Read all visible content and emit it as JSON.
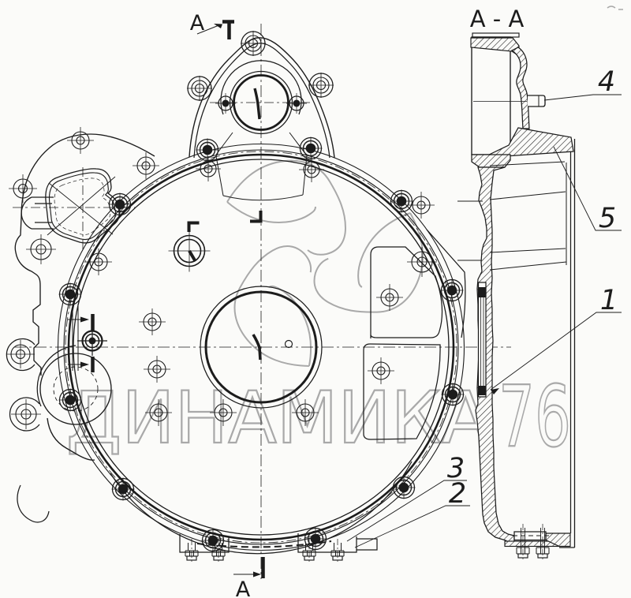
{
  "figure": {
    "type": "technical-parts-drawing",
    "subject": "flywheel housing — front view and section",
    "views": [
      "front view",
      "section A-A"
    ]
  },
  "section_title": "А - А",
  "cut_marks": {
    "top": "A",
    "bottom": "А"
  },
  "callouts": [
    {
      "label": "4"
    },
    {
      "label": "5"
    },
    {
      "label": "1"
    },
    {
      "label": "3"
    },
    {
      "label": "2"
    }
  ],
  "watermark": {
    "brand": "ДИНАМИКА",
    "number": "76"
  },
  "colors": {
    "ink": "#1c1c1c",
    "watermark": "#a9a9a9",
    "background": "#fbfbf9"
  }
}
